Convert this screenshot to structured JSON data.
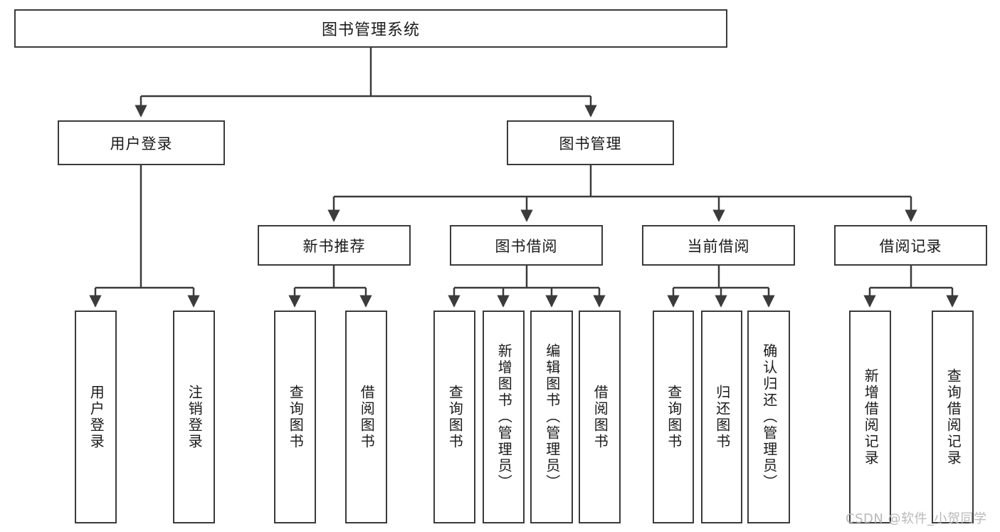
{
  "diagram": {
    "title": "图书管理系统",
    "watermark": "CSDN @软件_小贺同学",
    "root": {
      "label": "图书管理系统"
    },
    "level2": [
      {
        "label": "用户登录"
      },
      {
        "label": "图书管理"
      }
    ],
    "level3": [
      {
        "label": "新书推荐"
      },
      {
        "label": "图书借阅"
      },
      {
        "label": "当前借阅"
      },
      {
        "label": "借阅记录"
      }
    ],
    "leaves": {
      "user_login": [
        {
          "label": "用户登录"
        },
        {
          "label": "注销登录"
        }
      ],
      "new_book_recommend": [
        {
          "label": "查询图书"
        },
        {
          "label": "借阅图书"
        }
      ],
      "book_borrow": [
        {
          "label": "查询图书"
        },
        {
          "label": "新增图书（管理员）"
        },
        {
          "label": "编辑图书（管理员）"
        },
        {
          "label": "借阅图书"
        }
      ],
      "current_borrow": [
        {
          "label": "查询图书"
        },
        {
          "label": "归还图书"
        },
        {
          "label": "确认归还（管理员）"
        }
      ],
      "borrow_record": [
        {
          "label": "新增借阅记录"
        },
        {
          "label": "查询借阅记录"
        }
      ]
    },
    "colors": {
      "stroke": "#3b3b3b",
      "background": "#ffffff",
      "text": "#1a1a1a",
      "watermark": "#b9b9b9"
    }
  }
}
